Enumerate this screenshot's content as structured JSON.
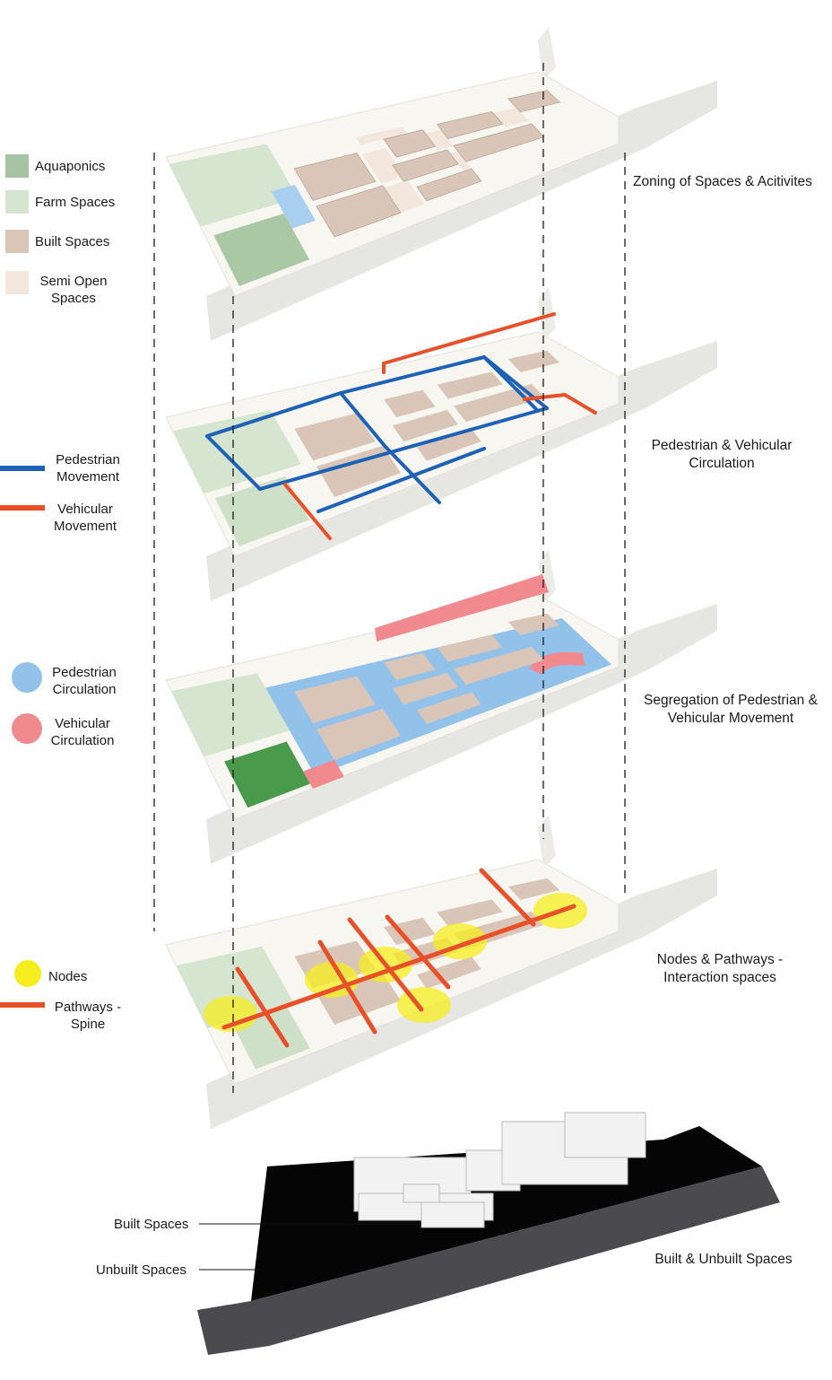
{
  "legend": {
    "zoning": [
      {
        "label": "Aquaponics",
        "color": "#a6c4a3"
      },
      {
        "label": "Farm Spaces",
        "color": "#d5e5cf"
      },
      {
        "label": "Built Spaces",
        "color": "#d9c6b9"
      },
      {
        "label": "Semi Open Spaces",
        "color": "#f3e6dc"
      }
    ],
    "circulation_lines": [
      {
        "label": "Pedestrian Movement",
        "color": "#1e62b8"
      },
      {
        "label": "Vehicular Movement",
        "color": "#e8502a"
      }
    ],
    "circulation_zones": [
      {
        "label": "Pedestrian Circulation",
        "color": "#92c2ea"
      },
      {
        "label": "Vehicular Circulation",
        "color": "#f08a8e"
      }
    ],
    "nodes": [
      {
        "label": "Nodes",
        "color": "#f6ee1e"
      },
      {
        "label": "Pathways - Spine",
        "color": "#e8502a"
      }
    ]
  },
  "layers": [
    {
      "title": "Zoning of Spaces & Acitivites"
    },
    {
      "title": "Pedestrian & Vehicular Circulation"
    },
    {
      "title": "Segregation of Pedestrian & Vehicular Movement"
    },
    {
      "title": "Nodes & Pathways - Interaction spaces"
    },
    {
      "title": "Built & Unbuilt Spaces"
    }
  ],
  "model_labels": {
    "built": "Built Spaces",
    "unbuilt": "Unbuilt Spaces"
  },
  "colors": {
    "road": "#e6e6e3",
    "site": "#f8f6f1",
    "farm": "#d5e5cf",
    "farm_dark": "#aac8a4",
    "green_strong": "#4a9a4c",
    "built": "#d9c6b9",
    "semi_open": "#f3e6dc",
    "water": "#a9cff0",
    "ped_line": "#1e62b8",
    "veh_line": "#e8502a",
    "ped_zone": "#92c2ea",
    "veh_zone": "#f08a8e",
    "node": "#f6ee1e",
    "spine": "#e8502a",
    "model_base": "#050505",
    "model_road": "#4a4a4f",
    "model_mass": "#f2f2f2"
  }
}
